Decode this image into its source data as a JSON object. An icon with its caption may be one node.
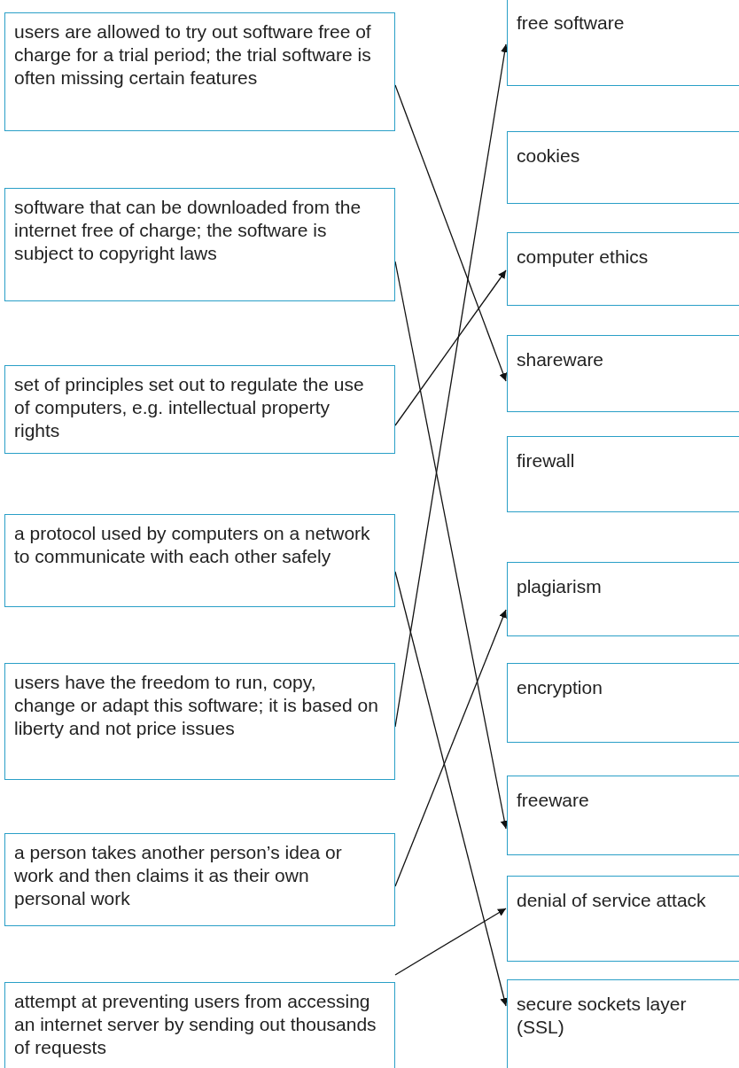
{
  "diagram": {
    "nodes": [
      {
        "text": [
          "users are allowed to try out software free of charge for a trial period; the trial software is often missing certain features"
        ]
      },
      {
        "text": [
          "software that can be downloaded from the internet free of charge; the software is subject to copyright laws"
        ]
      },
      {
        "text": [
          "set of principles set out to regulate the use of computers, e.g. intellectual property rights"
        ]
      },
      {
        "text": [
          "a protocol used by computers on a network to communicate with each other safely"
        ]
      },
      {
        "text": [
          "users have the freedom to run, copy, change or adapt this software; it is based on liberty and not price issues"
        ]
      },
      {
        "text": [
          "a person takes another person’s idea or work and then claims it as their own personal work"
        ]
      },
      {
        "text": [
          "attempt at preventing users from accessing an internet server by sending out thousands of requests"
        ]
      },
      {
        "text": [
          "free software"
        ]
      },
      {
        "text": [
          "cookies"
        ]
      },
      {
        "text": [
          "computer ethics"
        ]
      },
      {
        "text": [
          "shareware"
        ]
      },
      {
        "text": [
          "firewall"
        ]
      },
      {
        "text": [
          "plagiarism"
        ]
      },
      {
        "text": [
          "encryption"
        ]
      },
      {
        "text": [
          "freeware"
        ]
      },
      {
        "text": [
          "denial of service attack"
        ]
      },
      {
        "text": [
          "secure sockets layer (SSL)"
        ]
      }
    ],
    "edges": [
      {
        "from": 0,
        "to": 10,
        "arrow": "to"
      },
      {
        "from": 1,
        "to": 14,
        "arrow": "to"
      },
      {
        "from": 2,
        "to": 9,
        "arrow": "to"
      },
      {
        "from": 3,
        "to": 16,
        "arrow": "to"
      },
      {
        "from": 4,
        "to": 7,
        "arrow": "to"
      },
      {
        "from": 5,
        "to": 12,
        "arrow": "to"
      },
      {
        "from": 6,
        "to": 15,
        "arrow": "to"
      }
    ]
  }
}
